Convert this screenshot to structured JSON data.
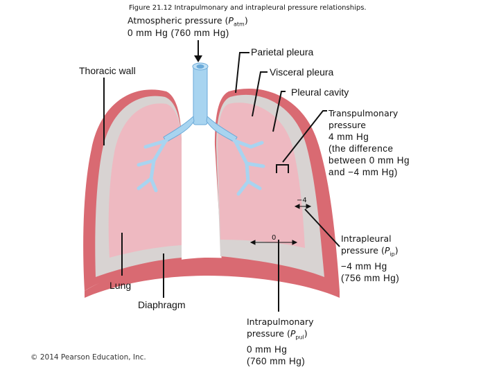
{
  "figure_caption": "Figure 21.12 Intrapulmonary and intrapleural pressure relationships.",
  "atmospheric": {
    "line1_prefix": "Atmospheric pressure (",
    "symbol": "P",
    "subscript": "atm",
    "line1_suffix": ")",
    "line2": "0 mm Hg (760 mm Hg)"
  },
  "labels": {
    "parietal_pleura": "Parietal pleura",
    "thoracic_wall": "Thoracic wall",
    "visceral_pleura": "Visceral pleura",
    "pleural_cavity": "Pleural cavity",
    "lung": "Lung",
    "diaphragm": "Diaphragm"
  },
  "transpulmonary": {
    "line1": "Transpulmonary",
    "line2": "pressure",
    "line3": "4 mm Hg",
    "line4": "(the difference",
    "line5": "between 0 mm Hg",
    "line6": "and −4 mm Hg)"
  },
  "intrapleural": {
    "line1": "Intrapleural",
    "line2_prefix": "pressure (",
    "symbol": "P",
    "subscript": "ip",
    "line2_suffix": ")",
    "line3": "−4 mm Hg",
    "line4": "(756 mm Hg)"
  },
  "intrapulmonary": {
    "line1": "Intrapulmonary",
    "line2_prefix": "pressure (",
    "symbol": "P",
    "subscript": "pul",
    "line2_suffix": ")",
    "line3": "0 mm Hg",
    "line4": "(760 mm Hg)"
  },
  "values": {
    "minus_four": "−4",
    "zero": "0"
  },
  "copyright": "© 2014 Pearson Education, Inc.",
  "colors": {
    "parietal_pleura": "#d96a72",
    "pleural_cavity": "#d8d3d2",
    "lung_tissue": "#eeb9c1",
    "airway": "#a8d4f0",
    "airway_outline": "#6aa9d8"
  }
}
